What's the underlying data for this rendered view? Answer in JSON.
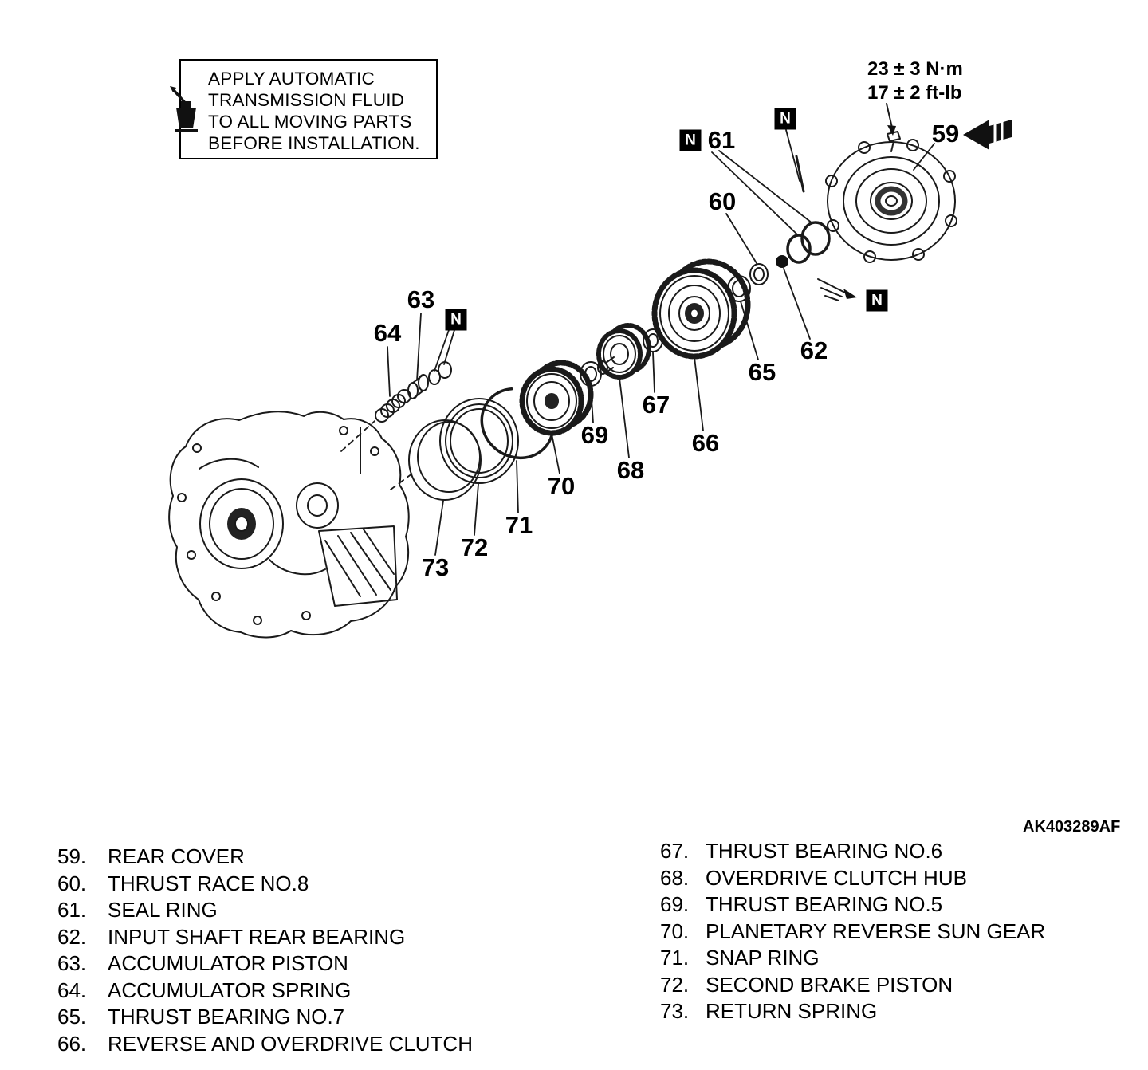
{
  "note": {
    "lines": [
      "APPLY AUTOMATIC",
      "TRANSMISSION FLUID",
      "TO ALL MOVING PARTS",
      "BEFORE INSTALLATION."
    ]
  },
  "torque": {
    "metric": "23 ± 3 N·m",
    "imperial": "17 ± 2 ft-lb"
  },
  "symbols": {
    "new_part": "N"
  },
  "figure_code": "AK403289AF",
  "callouts": {
    "59": "59",
    "60": "60",
    "61": "61",
    "62": "62",
    "63": "63",
    "64": "64",
    "65": "65",
    "66": "66",
    "67": "67",
    "68": "68",
    "69": "69",
    "70": "70",
    "71": "71",
    "72": "72",
    "73": "73"
  },
  "parts_list": {
    "left": [
      {
        "num": "59.",
        "name": "REAR COVER"
      },
      {
        "num": "60.",
        "name": "THRUST RACE NO.8"
      },
      {
        "num": "61.",
        "name": "SEAL RING"
      },
      {
        "num": "62.",
        "name": "INPUT SHAFT REAR BEARING"
      },
      {
        "num": "63.",
        "name": "ACCUMULATOR PISTON"
      },
      {
        "num": "64.",
        "name": "ACCUMULATOR SPRING"
      },
      {
        "num": "65.",
        "name": "THRUST BEARING NO.7"
      },
      {
        "num": "66.",
        "name": "REVERSE AND OVERDRIVE CLUTCH"
      }
    ],
    "right": [
      {
        "num": "67.",
        "name": "THRUST BEARING NO.6"
      },
      {
        "num": "68.",
        "name": "OVERDRIVE CLUTCH HUB"
      },
      {
        "num": "69.",
        "name": "THRUST BEARING NO.5"
      },
      {
        "num": "70.",
        "name": "PLANETARY REVERSE SUN GEAR"
      },
      {
        "num": "71.",
        "name": "SNAP RING"
      },
      {
        "num": "72.",
        "name": "SECOND BRAKE PISTON"
      },
      {
        "num": "73.",
        "name": "RETURN SPRING"
      }
    ]
  }
}
